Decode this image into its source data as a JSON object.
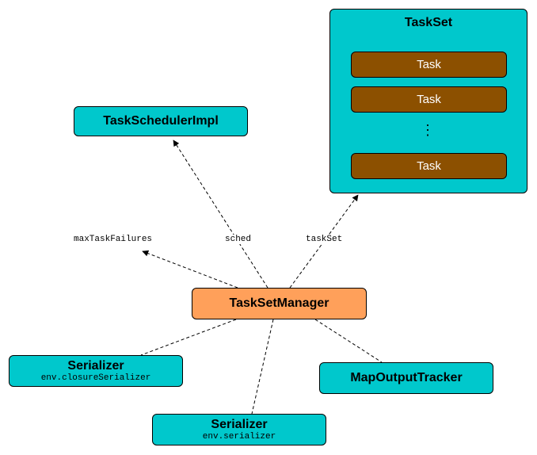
{
  "nodes": {
    "taskset": {
      "title": "TaskSet",
      "tasks": [
        "Task",
        "Task",
        "Task"
      ],
      "ellipsis": "⋮"
    },
    "scheduler": {
      "title": "TaskSchedulerImpl"
    },
    "manager": {
      "title": "TaskSetManager"
    },
    "closure_serializer": {
      "title": "Serializer",
      "sub": "env.closureSerializer"
    },
    "serializer": {
      "title": "Serializer",
      "sub": "env.serializer"
    },
    "map_output_tracker": {
      "title": "MapOutputTracker"
    }
  },
  "edges": {
    "max_task_failures": "maxTaskFailures",
    "sched": "sched",
    "task_set": "taskSet"
  },
  "colors": {
    "cyan": "#00c8cc",
    "orange": "#ffa05a",
    "brown": "#8c5000"
  }
}
